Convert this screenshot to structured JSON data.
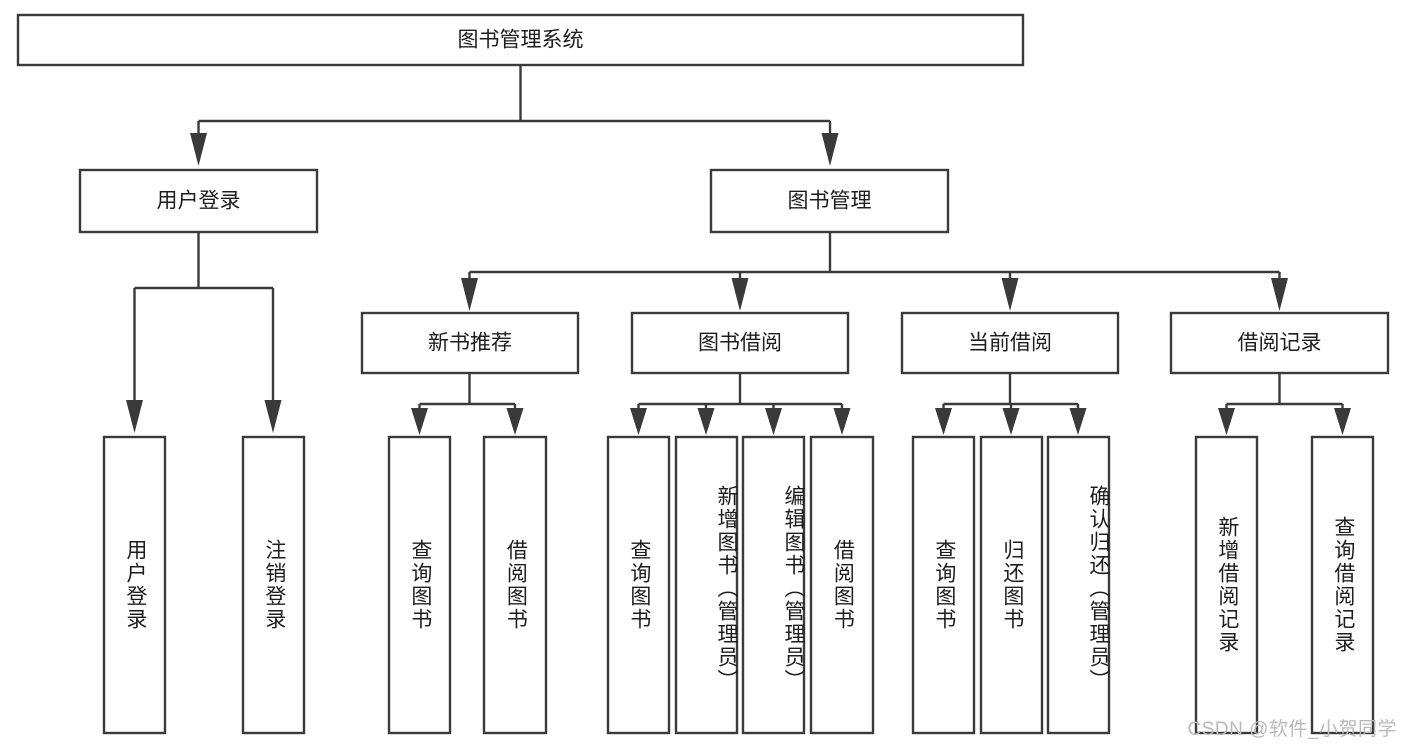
{
  "diagram": {
    "title": "图书管理系统",
    "type": "tree-hierarchy-chart",
    "watermark": "CSDN @软件_小贺同学",
    "colors": {
      "background": "#ffffff",
      "box_stroke": "#3a3a3a",
      "box_fill": "#ffffff",
      "text": "#1d1d1d",
      "watermark": "#b9b9b9"
    },
    "levels": {
      "root": {
        "label": "图书管理系统"
      },
      "level2": [
        {
          "id": "user-login",
          "label": "用户登录"
        },
        {
          "id": "book-management",
          "label": "图书管理"
        }
      ],
      "level3": [
        {
          "id": "new-book-recommend",
          "label": "新书推荐",
          "parent": "book-management"
        },
        {
          "id": "book-borrow",
          "label": "图书借阅",
          "parent": "book-management"
        },
        {
          "id": "current-borrow",
          "label": "当前借阅",
          "parent": "book-management"
        },
        {
          "id": "borrow-record",
          "label": "借阅记录",
          "parent": "book-management"
        }
      ],
      "leaves": [
        {
          "id": "leaf-user-login",
          "label": "用户登录",
          "parent": "user-login"
        },
        {
          "id": "leaf-logout-login",
          "label": "注销登录",
          "parent": "user-login"
        },
        {
          "id": "leaf-query-book-1",
          "label": "查询图书",
          "parent": "new-book-recommend"
        },
        {
          "id": "leaf-borrow-book-1",
          "label": "借阅图书",
          "parent": "new-book-recommend"
        },
        {
          "id": "leaf-query-book-2",
          "label": "查询图书",
          "parent": "book-borrow"
        },
        {
          "id": "leaf-add-book",
          "label": "新增图书（管理员）",
          "parent": "book-borrow"
        },
        {
          "id": "leaf-edit-book",
          "label": "编辑图书（管理员）",
          "parent": "book-borrow"
        },
        {
          "id": "leaf-borrow-book-2",
          "label": "借阅图书",
          "parent": "book-borrow"
        },
        {
          "id": "leaf-query-book-3",
          "label": "查询图书",
          "parent": "current-borrow"
        },
        {
          "id": "leaf-return-book",
          "label": "归还图书",
          "parent": "current-borrow"
        },
        {
          "id": "leaf-confirm-return",
          "label": "确认归还（管理员）",
          "parent": "current-borrow"
        },
        {
          "id": "leaf-add-record",
          "label": "新增借阅记录",
          "parent": "borrow-record"
        },
        {
          "id": "leaf-query-record",
          "label": "查询借阅记录",
          "parent": "borrow-record"
        }
      ]
    }
  }
}
